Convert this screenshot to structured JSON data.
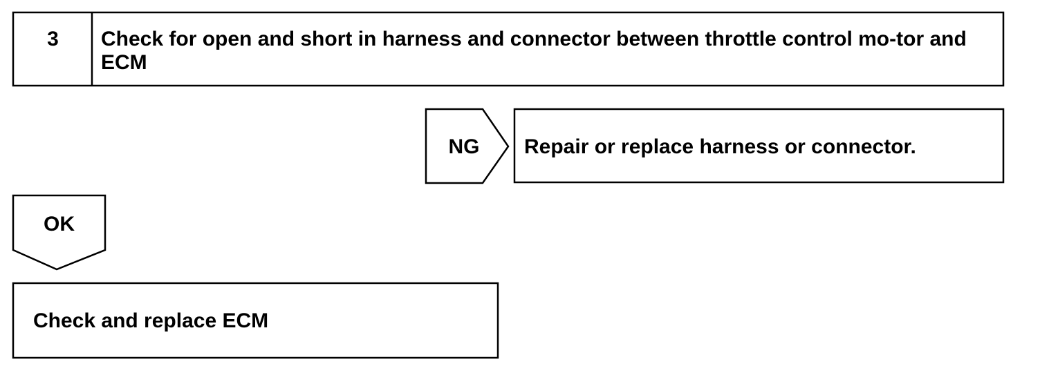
{
  "step": {
    "number": "3",
    "title": "Check for open and short in harness and connector between throttle control mo-tor and ECM"
  },
  "ng_branch": {
    "label": "NG",
    "action": "Repair or replace harness or connector."
  },
  "ok_branch": {
    "label": "OK"
  },
  "final": {
    "action": "Check and replace ECM"
  }
}
